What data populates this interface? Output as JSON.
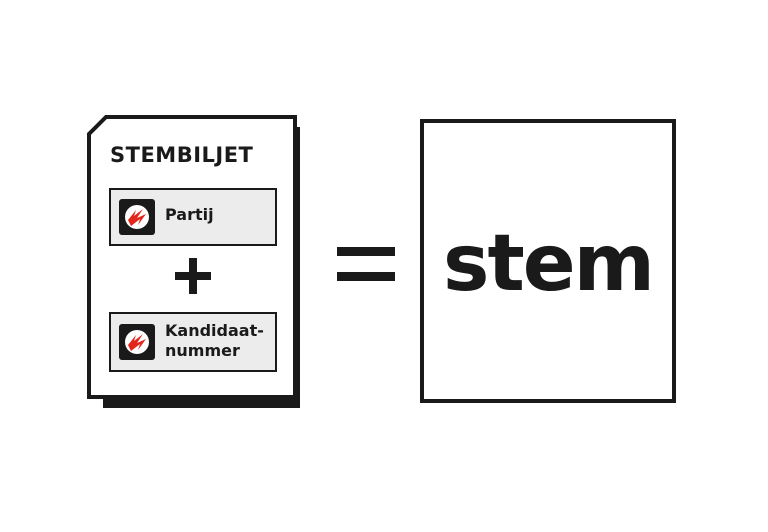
{
  "ballot": {
    "title": "STEMBILJET",
    "party_label": "Partij",
    "candidate_label": "Kandidaat-\nnummer",
    "logo_icon": "party-logo-icon"
  },
  "result": {
    "word": "stem"
  },
  "colors": {
    "ink": "#1a1a1a",
    "field_fill": "#ececec",
    "logo_red": "#e3261c"
  }
}
